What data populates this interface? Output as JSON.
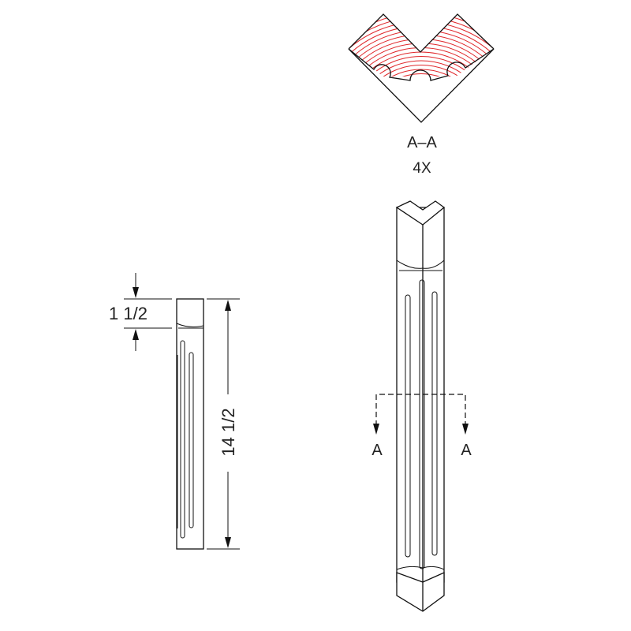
{
  "section_view": {
    "title": "A–A",
    "scale": "4X",
    "hatch_color": "#e0262a"
  },
  "side_view": {
    "top_dimension": "1 1/2",
    "height_dimension": "14 1/2"
  },
  "front_view": {
    "cut_label_left": "A",
    "cut_label_right": "A"
  },
  "line_color": "#111111"
}
